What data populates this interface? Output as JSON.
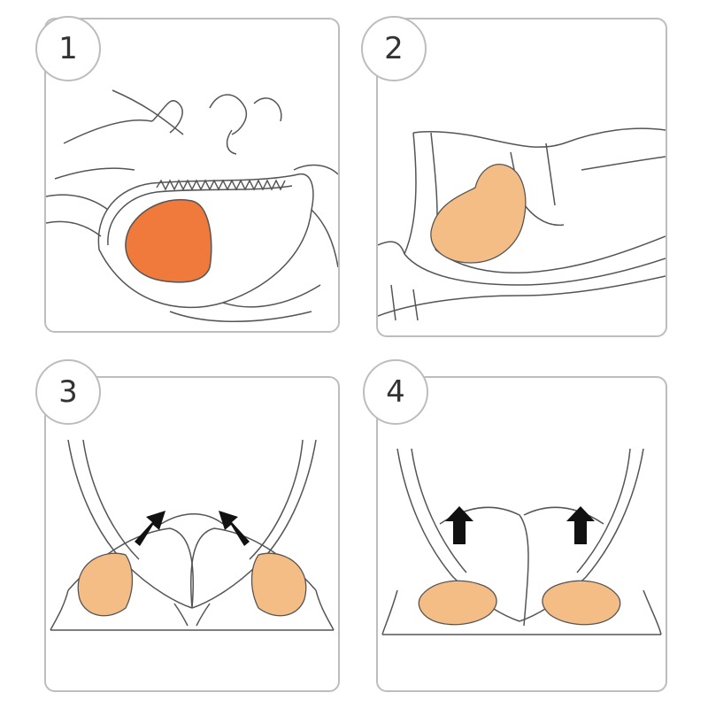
{
  "steps": [
    {
      "number": "1"
    },
    {
      "number": "2"
    },
    {
      "number": "3"
    },
    {
      "number": "4"
    }
  ],
  "colors": {
    "pad_dark": "#ef7a3c",
    "pad_light": "#f5bd86",
    "outline": "#555555",
    "frame": "#bdbdbd",
    "arrow": "#111111"
  }
}
